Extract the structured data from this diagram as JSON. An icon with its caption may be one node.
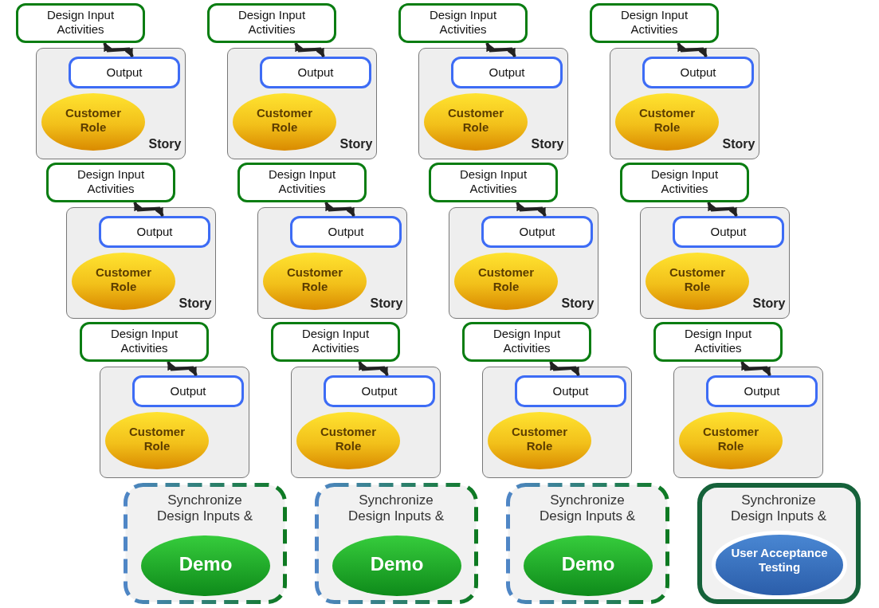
{
  "diagram": {
    "nodes": [
      {
        "text": [
          "Design Input Activities"
        ]
      },
      {
        "text": [
          "Story"
        ]
      },
      {
        "text": [
          "Output"
        ],
        "in": 1
      },
      {
        "text": [
          "Customer Role"
        ],
        "in": 1
      },
      {
        "text": [
          "Design Input Activities"
        ]
      },
      {
        "text": [
          "Story"
        ]
      },
      {
        "text": [
          "Output"
        ],
        "in": 5
      },
      {
        "text": [
          "Customer Role"
        ],
        "in": 5
      },
      {
        "text": [
          "Design Input Activities"
        ]
      },
      {
        "text": [
          "Story"
        ]
      },
      {
        "text": [
          "Output"
        ],
        "in": 9
      },
      {
        "text": [
          "Customer Role"
        ],
        "in": 9
      },
      {
        "text": [
          "Design Input Activities"
        ]
      },
      {
        "text": [
          "Story"
        ]
      },
      {
        "text": [
          "Output"
        ],
        "in": 13
      },
      {
        "text": [
          "Customer Role"
        ],
        "in": 13
      },
      {
        "text": [
          "Design Input Activities"
        ]
      },
      {
        "text": [
          "Story"
        ]
      },
      {
        "text": [
          "Output"
        ],
        "in": 17
      },
      {
        "text": [
          "Customer Role"
        ],
        "in": 17
      },
      {
        "text": [
          "Design Input Activities"
        ]
      },
      {
        "text": [
          "Story"
        ]
      },
      {
        "text": [
          "Output"
        ],
        "in": 21
      },
      {
        "text": [
          "Customer Role"
        ],
        "in": 21
      },
      {
        "text": [
          "Design Input Activities"
        ]
      },
      {
        "text": [
          "Story"
        ]
      },
      {
        "text": [
          "Output"
        ],
        "in": 25
      },
      {
        "text": [
          "Customer Role"
        ],
        "in": 25
      },
      {
        "text": [
          "Design Input Activities"
        ]
      },
      {
        "text": [
          "Story"
        ]
      },
      {
        "text": [
          "Output"
        ],
        "in": 29
      },
      {
        "text": [
          "Customer Role"
        ],
        "in": 29
      },
      {
        "text": [
          "Design Input Activities"
        ]
      },
      {
        "text": [],
        "shape": "box"
      },
      {
        "text": [
          "Output"
        ],
        "in": 33
      },
      {
        "text": [
          "Customer Role"
        ],
        "in": 33
      },
      {
        "text": [
          "Design Input Activities"
        ]
      },
      {
        "text": [],
        "shape": "box"
      },
      {
        "text": [
          "Output"
        ],
        "in": 37
      },
      {
        "text": [
          "Customer Role"
        ],
        "in": 37
      },
      {
        "text": [
          "Design Input Activities"
        ]
      },
      {
        "text": [],
        "shape": "box"
      },
      {
        "text": [
          "Output"
        ],
        "in": 41
      },
      {
        "text": [
          "Customer Role"
        ],
        "in": 41
      },
      {
        "text": [
          "Design Input Activities"
        ]
      },
      {
        "text": [],
        "shape": "box"
      },
      {
        "text": [
          "Output"
        ],
        "in": 45
      },
      {
        "text": [
          "Customer Role"
        ],
        "in": 45
      },
      {
        "text": [
          "Synchronize Design Inputs &"
        ]
      },
      {
        "text": [
          "Demo"
        ],
        "in": 48
      },
      {
        "text": [
          "Synchronize Design Inputs &"
        ]
      },
      {
        "text": [
          "Demo"
        ],
        "in": 50
      },
      {
        "text": [
          "Synchronize Design Inputs &"
        ]
      },
      {
        "text": [
          "Demo"
        ],
        "in": 52
      },
      {
        "text": [
          "Synchronize Design Inputs &"
        ]
      },
      {
        "text": [
          "User Acceptance Testing"
        ],
        "in": 54
      }
    ],
    "edges": [
      {
        "from": 2,
        "to": 0,
        "arrow": "both"
      },
      {
        "from": 6,
        "to": 4,
        "arrow": "both"
      },
      {
        "from": 10,
        "to": 8,
        "arrow": "both"
      },
      {
        "from": 14,
        "to": 12,
        "arrow": "both"
      },
      {
        "from": 18,
        "to": 16,
        "arrow": "both"
      },
      {
        "from": 22,
        "to": 20,
        "arrow": "both"
      },
      {
        "from": 26,
        "to": 24,
        "arrow": "both"
      },
      {
        "from": 30,
        "to": 28,
        "arrow": "both"
      },
      {
        "from": 34,
        "to": 32,
        "arrow": "both"
      },
      {
        "from": 38,
        "to": 36,
        "arrow": "both"
      },
      {
        "from": 42,
        "to": 40,
        "arrow": "both"
      },
      {
        "from": 46,
        "to": 44,
        "arrow": "both"
      }
    ]
  }
}
